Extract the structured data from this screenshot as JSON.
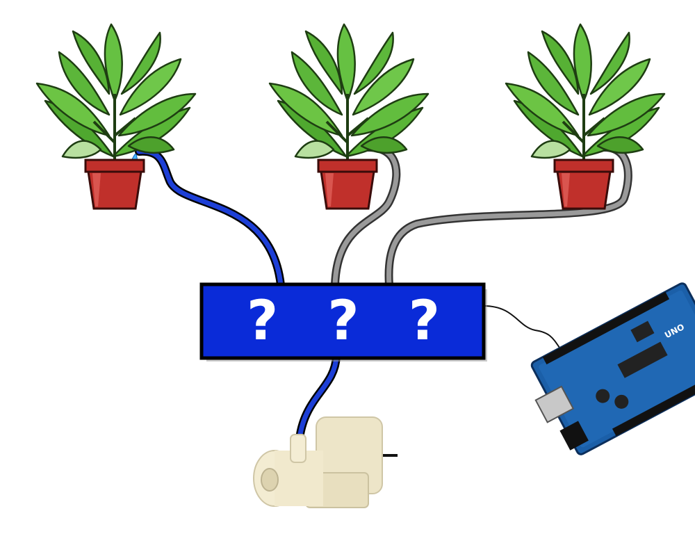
{
  "diagram": {
    "valve_box": {
      "label": "? ? ?"
    },
    "plants": [
      {
        "name": "plant-left",
        "hose": "watering"
      },
      {
        "name": "plant-middle",
        "hose": "idle"
      },
      {
        "name": "plant-right",
        "hose": "idle"
      }
    ],
    "components": [
      "water-pump",
      "arduino-uno-board"
    ]
  },
  "colors": {
    "hose_active": "#1d3fd6",
    "hose_idle": "#9a9a9a",
    "valve_box": "#0a2bd8",
    "pot": "#c0302b",
    "leaf": "#5fb83a",
    "board": "#1b5fa8",
    "pump": "#f2ead0"
  }
}
